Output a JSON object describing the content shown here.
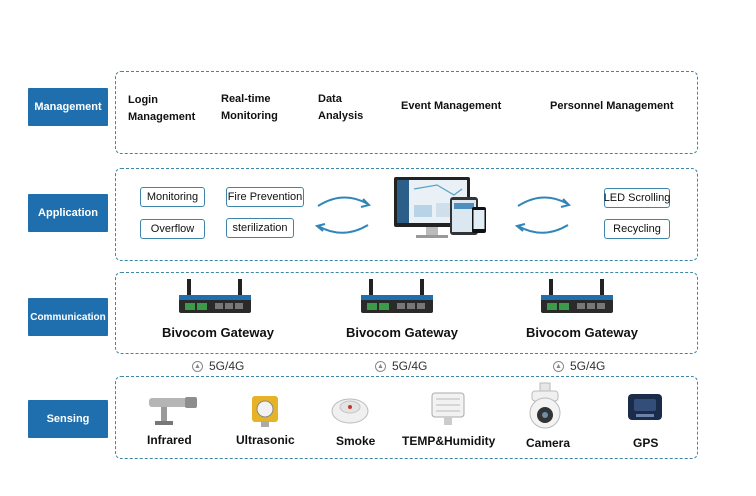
{
  "layers": {
    "management": "Management",
    "application": "Application",
    "communication": "Communication",
    "sensing": "Sensing"
  },
  "management_items": {
    "login": "Login\nManagement",
    "realtime": "Real-time\nMonitoring",
    "data": "Data\nAnalysis",
    "event": "Event Management",
    "personnel": "Personnel Management"
  },
  "application_items": {
    "monitoring": "Monitoring",
    "fire": "Fire Prevention",
    "overflow": "Overflow",
    "sterilization": "sterilization",
    "led": "LED Scrolling",
    "recycling": "Recycling"
  },
  "gateways": [
    "Bivocom Gateway",
    "Bivocom Gateway",
    "Bivocom Gateway"
  ],
  "network": [
    "5G/4G",
    "5G/4G",
    "5G/4G"
  ],
  "sensors": {
    "infrared": "Infrared",
    "ultrasonic": "Ultrasonic",
    "smoke": "Smoke",
    "temp": "TEMP&Humidity",
    "camera": "Camera",
    "gps": "GPS"
  },
  "colors": {
    "accent": "#1f6fae",
    "border": "#3e86a8"
  }
}
